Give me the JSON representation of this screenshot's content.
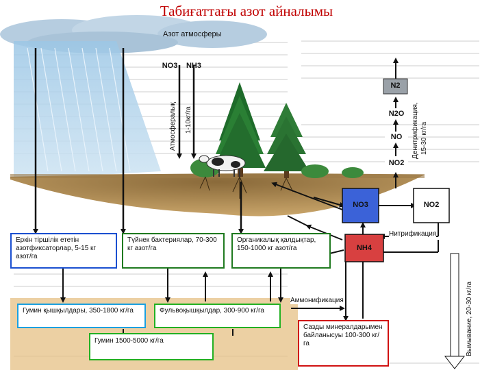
{
  "title": "Табиғаттағы азот айналымы",
  "atmosphere_label": "Азот атмосферы",
  "formulas": {
    "no3_top": "NO3",
    "nh3_top": "NH3",
    "n2": "N2",
    "n2o": "N2O",
    "no": "NO",
    "no2": "NO2",
    "no3_box": "NO3",
    "no2_box": "NO2",
    "nh4_box": "NH4"
  },
  "labels": {
    "atmospheric_fixation": "Атмосфералық",
    "fixation_rate": "1-10кг/га",
    "denitrification": "Денитрификация,",
    "denitrification_rate": "15-30 кг/га",
    "nitrification": "Нитрификация",
    "ammonification": "Аммонификация",
    "leaching": "Вымывание, 20-30 кг/га"
  },
  "boxes": {
    "free_living": "Еркін тіршілік ететін азотфиксаторлар, 5-15 кг азот/га",
    "nodule_bacteria": "Түйнек бактериялар, 70-300 кг азот/га",
    "organic_residues": "Органикалық қалдықтар, 150-1000 кг азот/га",
    "humic_acids": "Гумин қышқылдары, 350-1800 кг/га",
    "fulvic_acids": "Фульвоқышқылдар, 300-900 кг/га",
    "humus": "Гумин 1500-5000 кг/га",
    "mineral_bound": "Сазды минералдарымен байланысуы 100-300 кг/га"
  },
  "colors": {
    "title": "#c00000",
    "free_living_border": "#1a4fd0",
    "nodule_border": "#1f7a1f",
    "organic_border": "#1f7a1f",
    "humic_border": "#1aa0e0",
    "fulvic_border": "#22b022",
    "humus_border": "#22b022",
    "mineral_border": "#d01010",
    "no3_fill": "#3b62d8",
    "nh4_fill": "#d84040"
  }
}
